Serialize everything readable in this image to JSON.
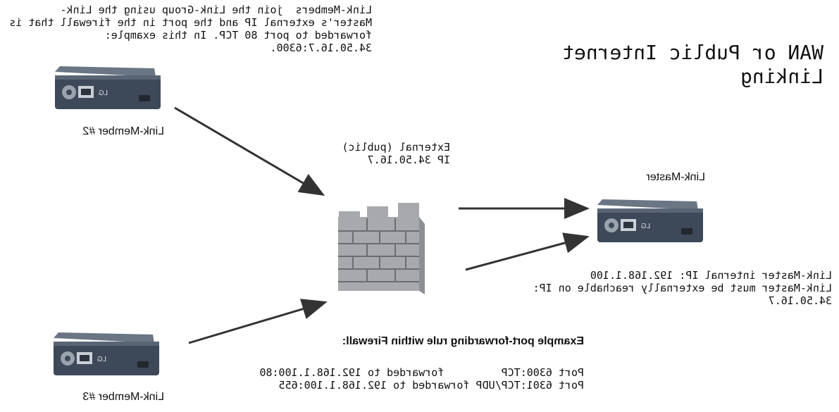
{
  "title": [
    "WAN or Public Internet",
    "Linking"
  ],
  "join_note": [
    "Link-Members  join the Link-Group using the Link-",
    "Master's external IP and the port in the firewall that is",
    "forwarded to port 80 TCP. In this example:",
    "34.50.16.7:6300."
  ],
  "devices": {
    "member2": {
      "label": "Link-Member #2",
      "brand": "LG"
    },
    "member3": {
      "label": "Link-Member #3",
      "brand": "LG"
    },
    "master": {
      "label": "Link-Master",
      "brand": "LG"
    }
  },
  "firewall": {
    "external_label": "External (public)",
    "ip_label": "IP 34.50.16.7"
  },
  "master_note": [
    "Link-Master internal IP: 192.168.1.100",
    "Link-Master must be externally reachable on IP:",
    "34.50.16.7"
  ],
  "rule": {
    "heading": "Example port-forwarding rule within Firewall:",
    "lines": [
      "Port 6300:TCP         forwarded to 192.168.1.100:80",
      "Port 6301:TCP/UDP forwarded to 192.168.1.100:655"
    ]
  }
}
